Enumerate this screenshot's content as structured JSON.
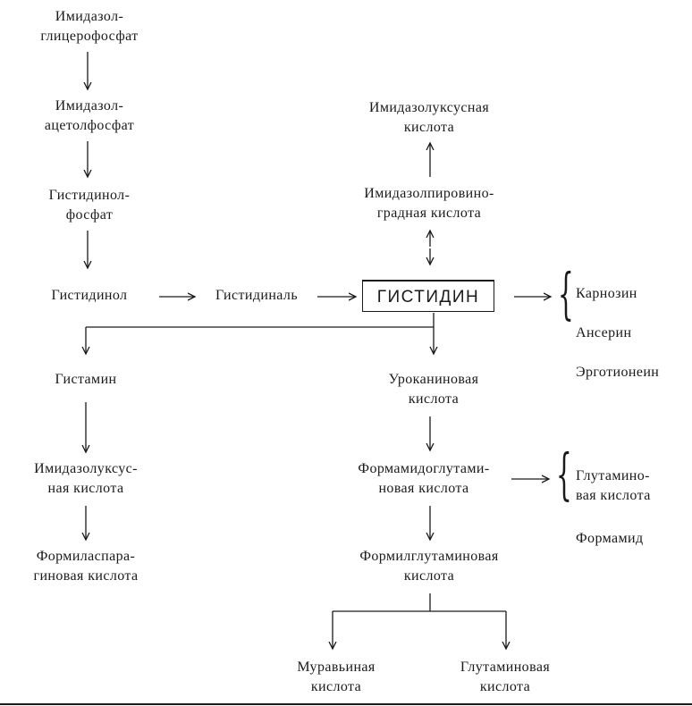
{
  "nodes": {
    "imidazolglycerophosphate": "Имидазол-\nглицерофосфат",
    "imidazolacetolphosphate": "Имидазол-\nацетолфосфат",
    "histidinolphosphate": "Гистидинол-\nфосфат",
    "histidinol": "Гистидинол",
    "histidinal": "Гистидиналь",
    "histidine": "ГИСТИДИН",
    "imidazolacetic_acid_top": "Имидазолуксусная\nкислота",
    "imidazolpyruvic_acid": "Имидазолпировино-\nградная кислота",
    "histamine": "Гистамин",
    "imidazolacetic_acid_left": "Имидазолуксус-\nная кислота",
    "formylaspartic_acid": "Формиласпара-\nгиновая кислота",
    "urocanic_acid": "Уроканиновая\nкислота",
    "formiminoglutamic_acid": "Формамидоглутами-\nновая кислота",
    "formylglutamic_acid": "Формилглутаминовая\nкислота",
    "formic_acid": "Муравьиная\nкислота",
    "glutamic_acid_bottom": "Глутаминовая\nкислота"
  },
  "group_right_top": [
    "Карнозин",
    "Ансерин",
    "Эрготионеин"
  ],
  "group_right_mid": [
    "Глутамино-\nвая кислота",
    "Формамид"
  ],
  "colors": {
    "ink": "#1a1a1a",
    "background": "#ffffff"
  }
}
